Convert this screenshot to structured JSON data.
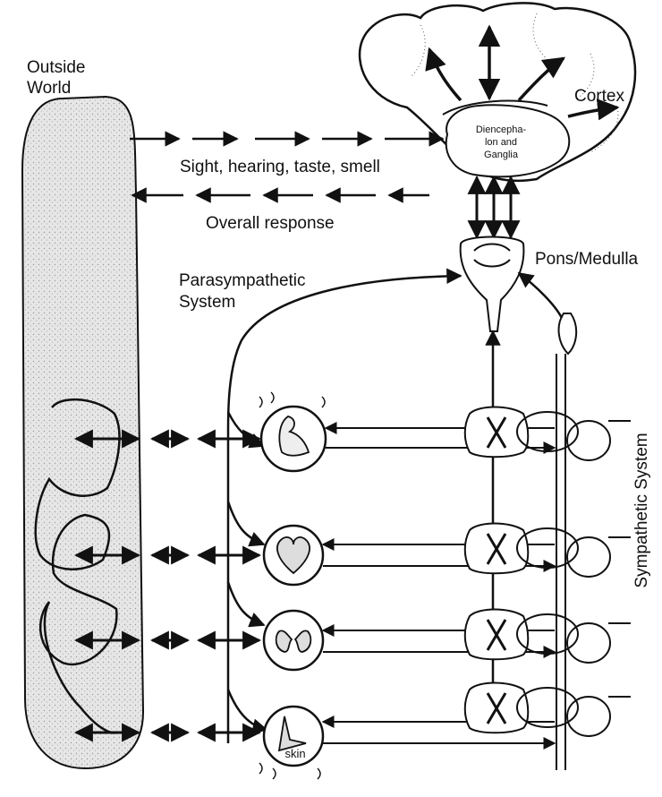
{
  "labels": {
    "outside_world_line1": "Outside",
    "outside_world_line2": "World",
    "cortex": "Cortex",
    "diencephalon_line1": "Diencepha-",
    "diencephalon_line2": "lon and",
    "diencephalon_line3": "Ganglia",
    "senses": "Sight, hearing, taste, smell",
    "overall_response": "Overall response",
    "pons_medulla": "Pons/Medulla",
    "parasympathetic_line1": "Parasympathetic",
    "parasympathetic_line2": "System",
    "sympathetic_system": "Sympathetic System",
    "skin": "skin"
  },
  "organs": [
    "muscle-icon",
    "heart-icon",
    "kidney-icon",
    "skin-icon"
  ],
  "colors": {
    "ink": "#111111",
    "stipple_fill": "#e4e4e4",
    "background": "#ffffff"
  }
}
